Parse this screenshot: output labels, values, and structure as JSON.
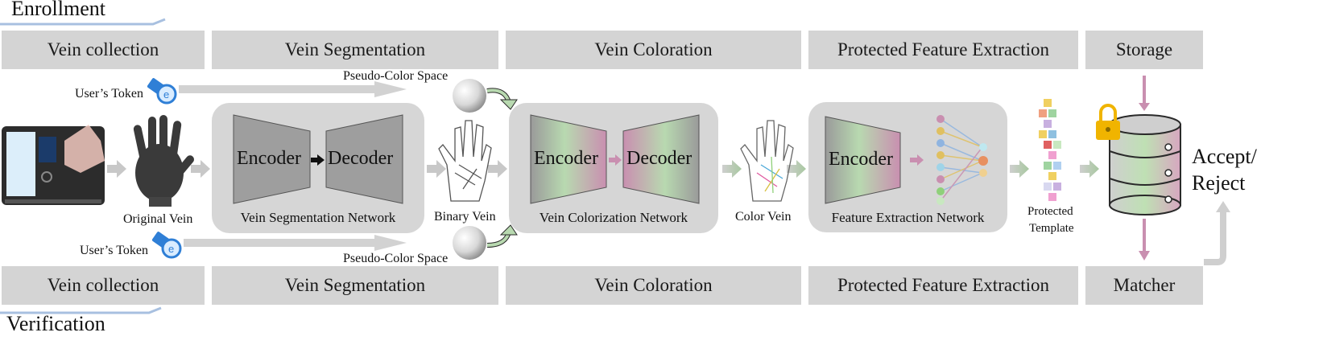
{
  "phases": {
    "enrollment": "Enrollment",
    "verification": "Verification"
  },
  "stages_top": [
    "Vein collection",
    "Vein Segmentation",
    "Vein Coloration",
    "Protected Feature Extraction",
    "Storage"
  ],
  "stages_bottom": [
    "Vein collection",
    "Vein Segmentation",
    "Vein Coloration",
    "Protected Feature Extraction",
    "Matcher"
  ],
  "labels": {
    "token_top": "User’s Token",
    "token_bottom": "User’s Token",
    "pseudo_top": "Pseudo-Color Space",
    "pseudo_bottom": "Pseudo-Color Space",
    "original_vein": "Original Vein",
    "binary_vein": "Binary Vein",
    "color_vein": "Color Vein",
    "protected_template_1": "Protected",
    "protected_template_2": "Template",
    "decision_1": "Accept/",
    "decision_2": "Reject"
  },
  "networks": {
    "segmentation": {
      "encoder": "Encoder",
      "decoder": "Decoder",
      "caption": "Vein Segmentation Network"
    },
    "colorization": {
      "encoder": "Encoder",
      "decoder": "Decoder",
      "caption": "Vein Colorization Network"
    },
    "feature": {
      "encoder": "Encoder",
      "caption": "Feature Extraction Network"
    }
  },
  "colors": {
    "stage_bg": "#d4d4d4",
    "panel_bg": "#d6d6d6",
    "arrow_gray": "#c8c8c8",
    "arrow_pink": "#c98fb0",
    "lock": "#f0b400",
    "token_blue": "#2f7fd6"
  }
}
